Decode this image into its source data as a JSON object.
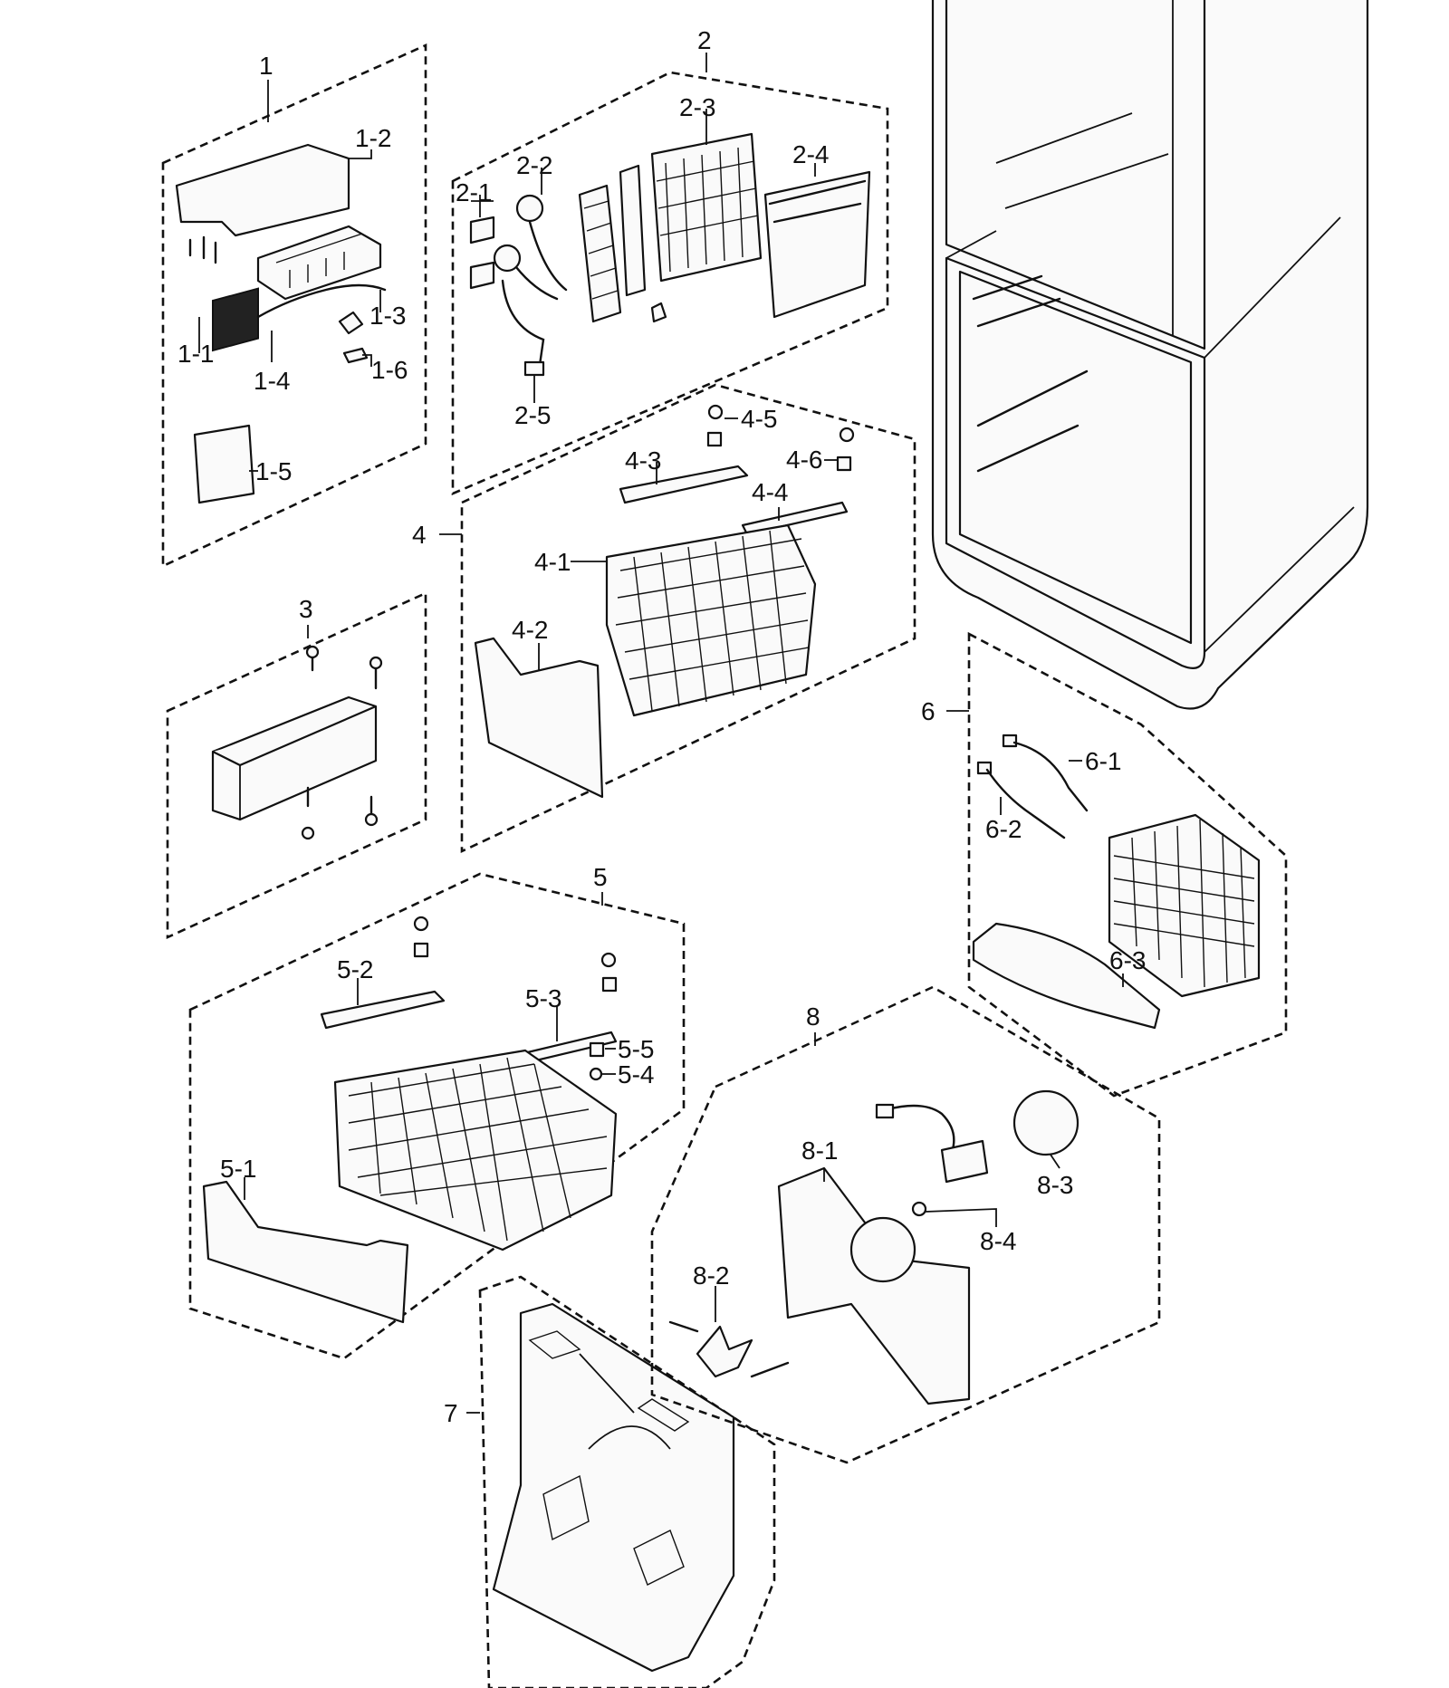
{
  "colors": {
    "line": "#111111",
    "background": "#ffffff"
  },
  "groups": {
    "g1": {
      "label": "1",
      "parts": [
        "1-1",
        "1-2",
        "1-3",
        "1-4",
        "1-5",
        "1-6"
      ]
    },
    "g2": {
      "label": "2",
      "parts": [
        "2-1",
        "2-2",
        "2-3",
        "2-4",
        "2-5"
      ]
    },
    "g3": {
      "label": "3",
      "parts": []
    },
    "g4": {
      "label": "4",
      "parts": [
        "4-1",
        "4-2",
        "4-3",
        "4-4",
        "4-5",
        "4-6"
      ]
    },
    "g5": {
      "label": "5",
      "parts": [
        "5-1",
        "5-2",
        "5-3",
        "5-4",
        "5-5"
      ]
    },
    "g6": {
      "label": "6",
      "parts": [
        "6-1",
        "6-2",
        "6-3"
      ]
    },
    "g7": {
      "label": "7",
      "parts": []
    },
    "g8": {
      "label": "8",
      "parts": [
        "8-1",
        "8-2",
        "8-3",
        "8-4"
      ]
    }
  }
}
